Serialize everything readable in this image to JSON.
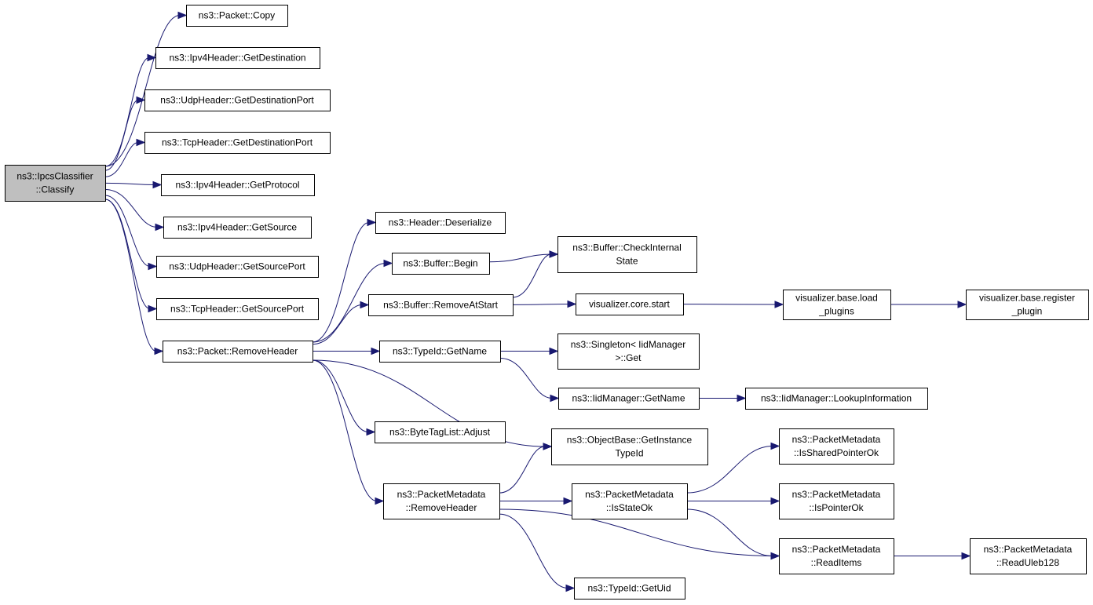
{
  "nodes": {
    "classify": {
      "lines": [
        "ns3::IpcsClassifier",
        "::Classify"
      ],
      "root": true
    },
    "packet_copy": {
      "lines": [
        "ns3::Packet::Copy"
      ]
    },
    "ipv4_getdest": {
      "lines": [
        "ns3::Ipv4Header::GetDestination"
      ]
    },
    "udp_getdestport": {
      "lines": [
        "ns3::UdpHeader::GetDestinationPort"
      ]
    },
    "tcp_getdestport": {
      "lines": [
        "ns3::TcpHeader::GetDestinationPort"
      ]
    },
    "ipv4_getproto": {
      "lines": [
        "ns3::Ipv4Header::GetProtocol"
      ]
    },
    "ipv4_getsource": {
      "lines": [
        "ns3::Ipv4Header::GetSource"
      ]
    },
    "udp_getsourceport": {
      "lines": [
        "ns3::UdpHeader::GetSourcePort"
      ]
    },
    "tcp_getsourceport": {
      "lines": [
        "ns3::TcpHeader::GetSourcePort"
      ]
    },
    "packet_removeheader": {
      "lines": [
        "ns3::Packet::RemoveHeader"
      ]
    },
    "header_deserialize": {
      "lines": [
        "ns3::Header::Deserialize"
      ]
    },
    "buffer_begin": {
      "lines": [
        "ns3::Buffer::Begin"
      ]
    },
    "buffer_removeatstart": {
      "lines": [
        "ns3::Buffer::RemoveAtStart"
      ]
    },
    "buffer_checkinternal": {
      "lines": [
        "ns3::Buffer::CheckInternal",
        "State"
      ]
    },
    "vis_core_start": {
      "lines": [
        "visualizer.core.start"
      ]
    },
    "vis_base_load": {
      "lines": [
        "visualizer.base.load",
        "_plugins"
      ]
    },
    "vis_base_register": {
      "lines": [
        "visualizer.base.register",
        "_plugin"
      ]
    },
    "typeid_getname": {
      "lines": [
        "ns3::TypeId::GetName"
      ]
    },
    "singleton_get": {
      "lines": [
        "ns3::Singleton< IidManager",
        ">::Get"
      ]
    },
    "iidmanager_getname": {
      "lines": [
        "ns3::IidManager::GetName"
      ]
    },
    "iidmanager_lookup": {
      "lines": [
        "ns3::IidManager::LookupInformation"
      ]
    },
    "bytetaglist_adjust": {
      "lines": [
        "ns3::ByteTagList::Adjust"
      ]
    },
    "objectbase_getinstance": {
      "lines": [
        "ns3::ObjectBase::GetInstance",
        "TypeId"
      ]
    },
    "pm_removeheader": {
      "lines": [
        "ns3::PacketMetadata",
        "::RemoveHeader"
      ]
    },
    "pm_isstateok": {
      "lines": [
        "ns3::PacketMetadata",
        "::IsStateOk"
      ]
    },
    "pm_issharedpointerok": {
      "lines": [
        "ns3::PacketMetadata",
        "::IsSharedPointerOk"
      ]
    },
    "pm_ispointerok": {
      "lines": [
        "ns3::PacketMetadata",
        "::IsPointerOk"
      ]
    },
    "pm_readitems": {
      "lines": [
        "ns3::PacketMetadata",
        "::ReadItems"
      ]
    },
    "pm_readuleb128": {
      "lines": [
        "ns3::PacketMetadata",
        "::ReadUleb128"
      ]
    },
    "typeid_getuid": {
      "lines": [
        "ns3::TypeId::GetUid"
      ]
    }
  },
  "edges": [
    [
      "classify",
      "packet_copy"
    ],
    [
      "classify",
      "ipv4_getdest"
    ],
    [
      "classify",
      "udp_getdestport"
    ],
    [
      "classify",
      "tcp_getdestport"
    ],
    [
      "classify",
      "ipv4_getproto"
    ],
    [
      "classify",
      "ipv4_getsource"
    ],
    [
      "classify",
      "udp_getsourceport"
    ],
    [
      "classify",
      "tcp_getsourceport"
    ],
    [
      "classify",
      "packet_removeheader"
    ],
    [
      "packet_removeheader",
      "header_deserialize"
    ],
    [
      "packet_removeheader",
      "buffer_begin"
    ],
    [
      "packet_removeheader",
      "buffer_removeatstart"
    ],
    [
      "packet_removeheader",
      "typeid_getname"
    ],
    [
      "packet_removeheader",
      "bytetaglist_adjust"
    ],
    [
      "packet_removeheader",
      "objectbase_getinstance"
    ],
    [
      "packet_removeheader",
      "pm_removeheader"
    ],
    [
      "buffer_begin",
      "buffer_checkinternal"
    ],
    [
      "buffer_removeatstart",
      "buffer_checkinternal"
    ],
    [
      "buffer_removeatstart",
      "vis_core_start"
    ],
    [
      "vis_core_start",
      "vis_base_load"
    ],
    [
      "vis_base_load",
      "vis_base_register"
    ],
    [
      "typeid_getname",
      "singleton_get"
    ],
    [
      "typeid_getname",
      "iidmanager_getname"
    ],
    [
      "iidmanager_getname",
      "iidmanager_lookup"
    ],
    [
      "pm_removeheader",
      "objectbase_getinstance"
    ],
    [
      "pm_removeheader",
      "pm_isstateok"
    ],
    [
      "pm_removeheader",
      "pm_readitems"
    ],
    [
      "pm_removeheader",
      "typeid_getuid"
    ],
    [
      "pm_isstateok",
      "pm_issharedpointerok"
    ],
    [
      "pm_isstateok",
      "pm_ispointerok"
    ],
    [
      "pm_isstateok",
      "pm_readitems"
    ],
    [
      "pm_readitems",
      "pm_readuleb128"
    ]
  ]
}
